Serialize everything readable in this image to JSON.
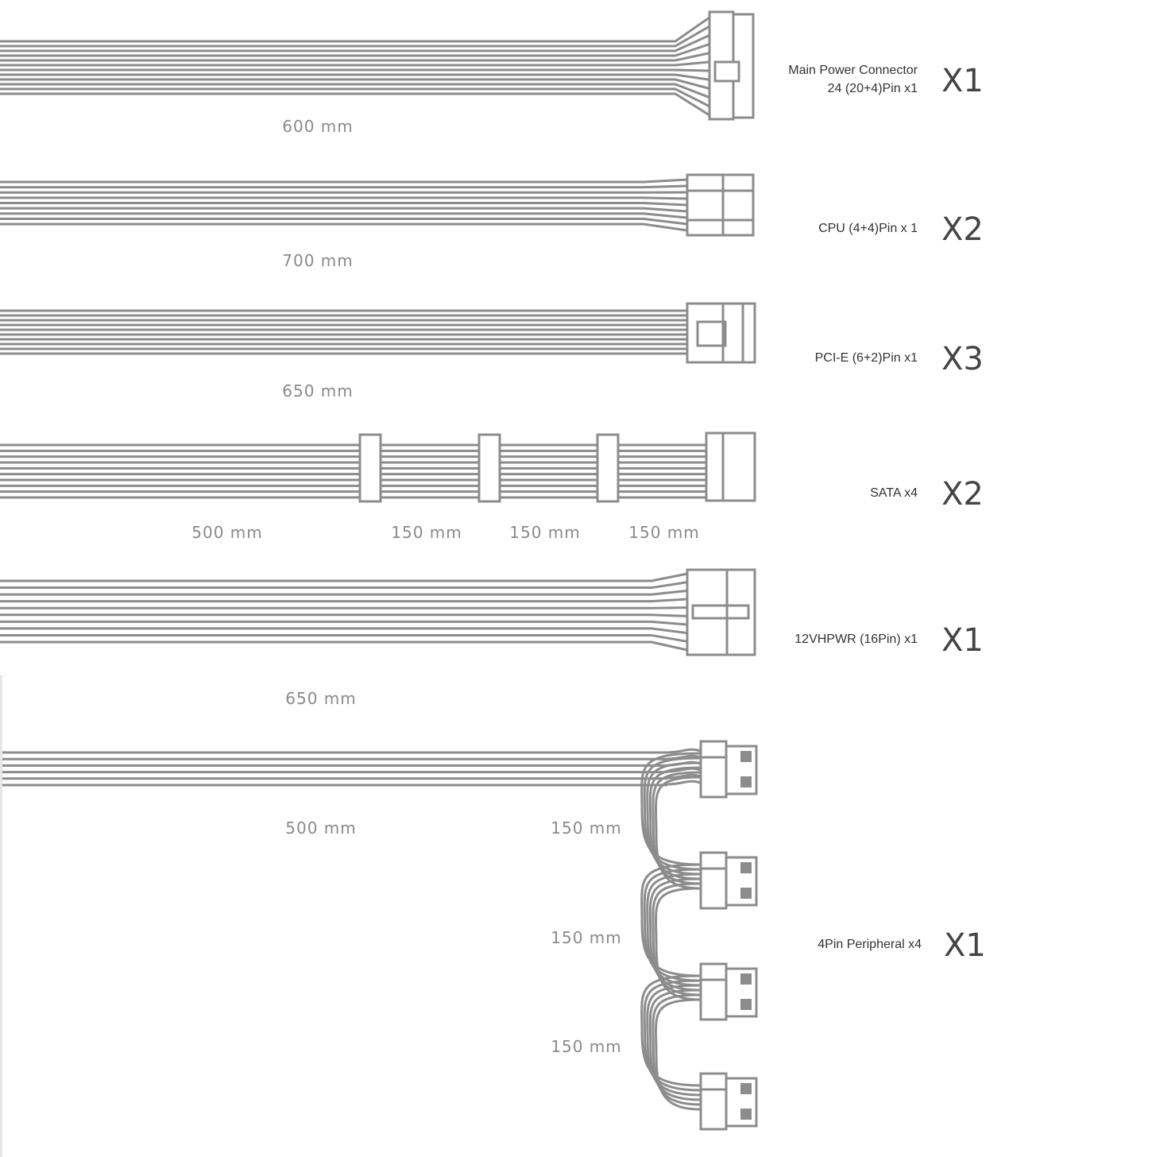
{
  "colors": {
    "wire": "#8c8c8c",
    "length_text": "#8a8a8a",
    "label_text": "#333333",
    "quantity_text": "#444444"
  },
  "cables": [
    {
      "label_lines": [
        "Main Power Connector",
        "24 (20+4)Pin x1"
      ],
      "quantity": "X1",
      "lengths": [
        "600 mm"
      ]
    },
    {
      "label_lines": [
        "CPU (4+4)Pin x 1"
      ],
      "quantity": "X2",
      "lengths": [
        "700 mm"
      ]
    },
    {
      "label_lines": [
        "PCI-E (6+2)Pin x1"
      ],
      "quantity": "X3",
      "lengths": [
        "650 mm"
      ]
    },
    {
      "label_lines": [
        "SATA x4"
      ],
      "quantity": "X2",
      "lengths": [
        "500 mm",
        "150 mm",
        "150 mm",
        "150 mm"
      ]
    },
    {
      "label_lines": [
        "12VHPWR (16Pin) x1"
      ],
      "quantity": "X1",
      "lengths": [
        "650 mm"
      ]
    },
    {
      "label_lines": [
        "4Pin Peripheral x4"
      ],
      "quantity": "X1",
      "lengths": [
        "500 mm",
        "150 mm",
        "150 mm",
        "150 mm"
      ]
    }
  ]
}
